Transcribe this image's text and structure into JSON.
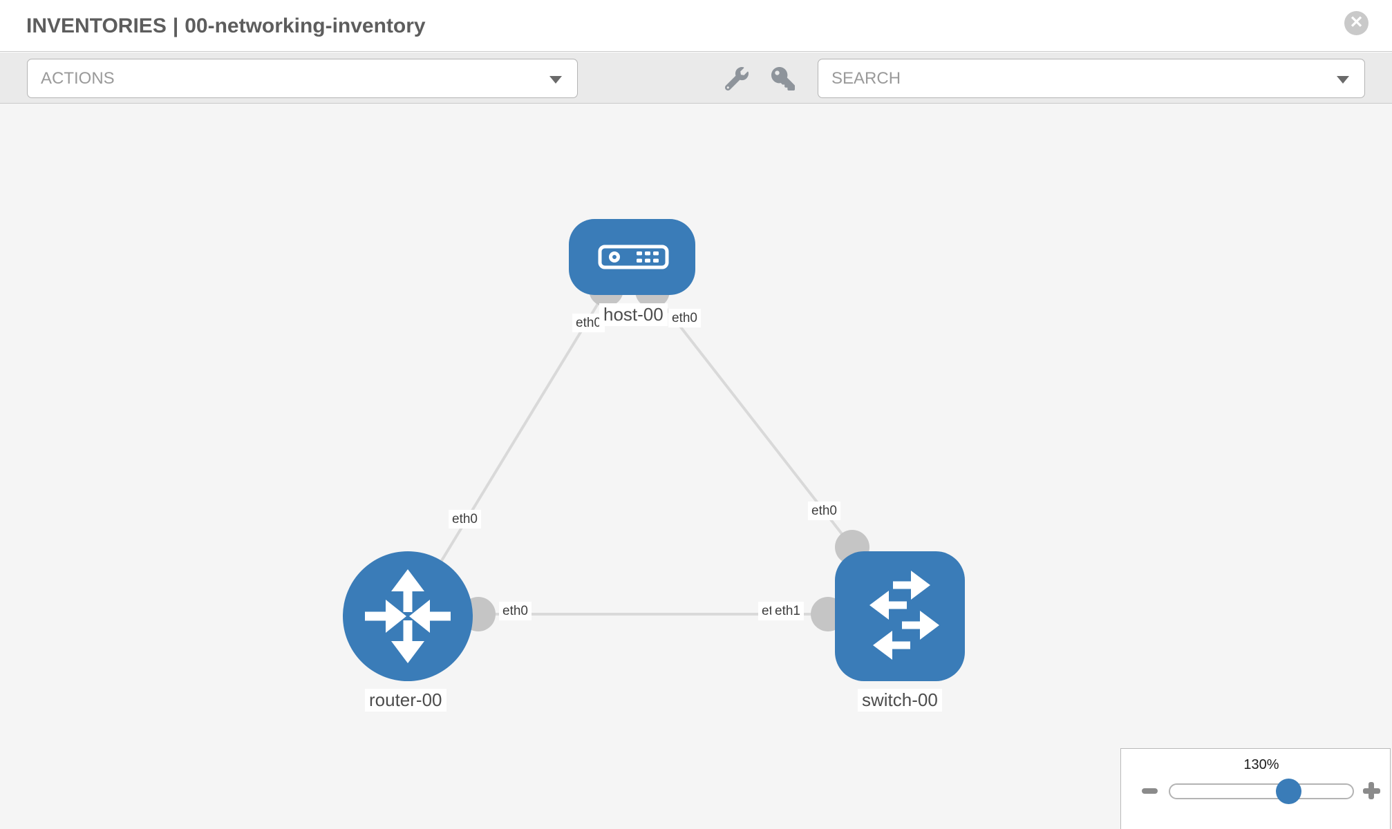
{
  "window": {
    "title_section": "INVENTORIES",
    "title_separator": "|",
    "title_name": "00-networking-inventory",
    "close_label": "✕"
  },
  "toolbar": {
    "actions_label": "ACTIONS",
    "search_label": "SEARCH",
    "icons": [
      "wrench-icon",
      "key-icon"
    ]
  },
  "zoom_control": {
    "level": "130%"
  },
  "diagram": {
    "nodes": [
      {
        "label": "host-00",
        "type": "host"
      },
      {
        "label": "router-00",
        "type": "router"
      },
      {
        "label": "switch-00",
        "type": "switch"
      }
    ],
    "interfaces": [
      {
        "text": "eth0",
        "at": "host-left"
      },
      {
        "text": "eth0",
        "at": "host-right"
      },
      {
        "text": "eth0",
        "at": "router-top"
      },
      {
        "text": "eth0",
        "at": "router-right"
      },
      {
        "text": "eth0",
        "at": "switch-top"
      },
      {
        "text": "eth0",
        "at": "switch-left-back"
      },
      {
        "text": "eth1",
        "at": "switch-left-front"
      }
    ],
    "links": [
      {
        "from": "host-00",
        "to": "router-00"
      },
      {
        "from": "host-00",
        "to": "switch-00"
      },
      {
        "from": "router-00",
        "to": "switch-00"
      }
    ]
  },
  "colors": {
    "node_blue": "#3a7cb8",
    "link_gray": "#d9d9d9",
    "endpoint_gray": "#c5c5c5",
    "canvas_gray": "#f5f5f5"
  }
}
